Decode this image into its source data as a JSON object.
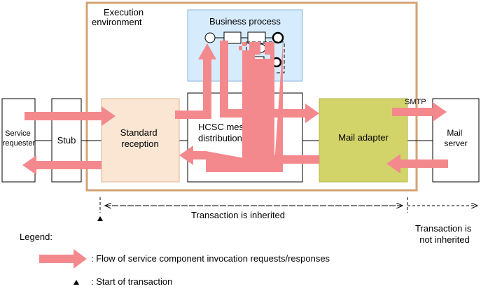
{
  "execution_environment": {
    "line1": "Execution",
    "line2": "environment"
  },
  "business_process": {
    "title": "Business process",
    "nodes": [
      {
        "kind": "start-event"
      },
      {
        "kind": "activity"
      },
      {
        "kind": "activity"
      },
      {
        "kind": "end-event"
      },
      {
        "kind": "sub-process-marker"
      },
      {
        "kind": "activity"
      },
      {
        "kind": "end-event"
      }
    ]
  },
  "service_requester": {
    "line1": "Service",
    "line2": "requester"
  },
  "stub": {
    "label": "Stub"
  },
  "standard_reception": {
    "line1": "Standard",
    "line2": "reception"
  },
  "hcsc": {
    "line1": "HCSC message",
    "line2": "distribution control"
  },
  "mail_adapter": {
    "label": "Mail adapter"
  },
  "smtp": {
    "label": "SMTP"
  },
  "mail_server": {
    "line1": "Mail",
    "line2": "server"
  },
  "transaction": {
    "inherited": "Transaction is inherited",
    "not_inherited_line1": "Transaction is",
    "not_inherited_line2": "not inherited"
  },
  "legend": {
    "title": "Legend:",
    "flow": ": Flow of service component invocation requests/responses",
    "start": ": Start of transaction"
  },
  "colors": {
    "environment_border": "#d4a373",
    "business_process_fill": "#d6ebfb",
    "business_process_border": "#8ab6dc",
    "standard_reception_fill": "#fbe5d3",
    "standard_reception_border": "#e4b28c",
    "mail_adapter_fill": "#d2d46a",
    "mail_adapter_border": "#b5b748",
    "flow_arrow": "#f4898d"
  }
}
